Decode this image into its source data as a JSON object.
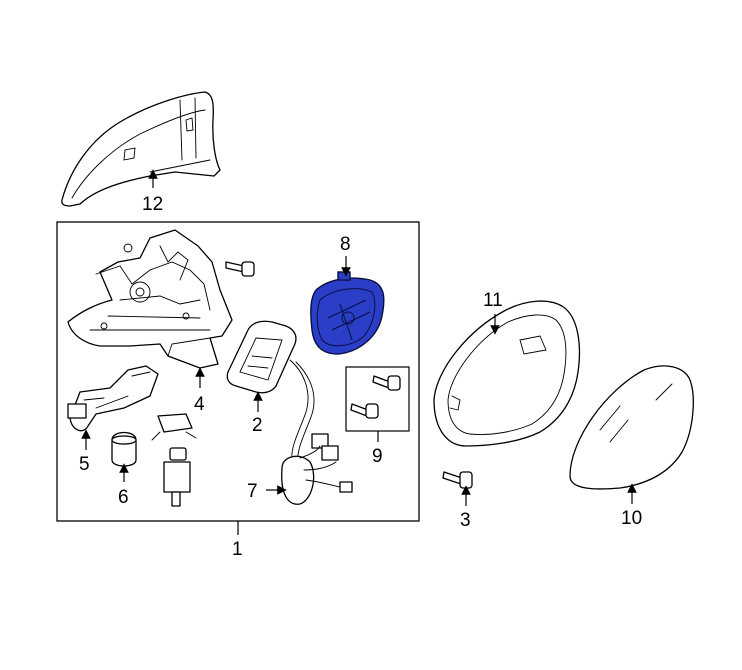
{
  "diagram": {
    "highlighted_part": "8",
    "highlight_color": "#2a3ec7",
    "callouts": {
      "c1": "1",
      "c2": "2",
      "c3": "3",
      "c4": "4",
      "c5": "5",
      "c6": "6",
      "c7": "7",
      "c8": "8",
      "c9": "9",
      "c10": "10",
      "c11": "11",
      "c12": "12"
    }
  }
}
